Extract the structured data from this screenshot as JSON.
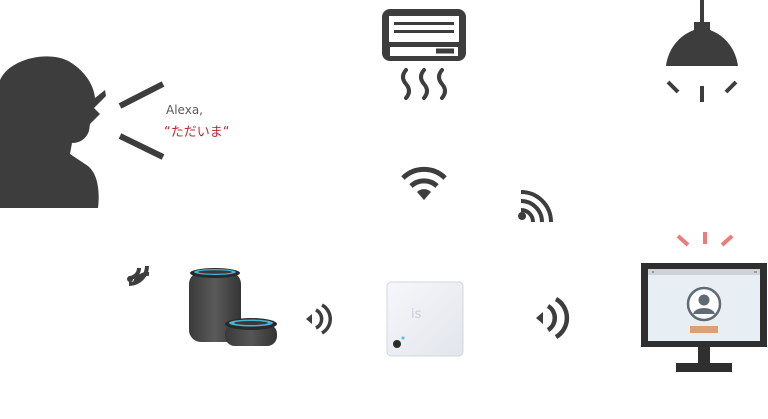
{
  "speech": {
    "line1": "Alexa,",
    "line2": "“ただいま“"
  },
  "icons": {
    "person": "speaking-person-icon",
    "air_conditioner": "air-conditioner-icon",
    "ceiling_light": "ceiling-light-icon",
    "wifi": "wifi-icon",
    "smart_speakers": "smart-speaker-icon",
    "hub": "smart-remote-hub-icon",
    "monitor": "monitor-icon"
  },
  "hub": {
    "logo": "is"
  },
  "colors": {
    "icon_dark": "#3d3d3d",
    "speech_accent": "#c0292f",
    "alert": "#f07a7a",
    "screen_bg": "#e8eff4",
    "avatar_name_tag": "#d9a07a"
  }
}
